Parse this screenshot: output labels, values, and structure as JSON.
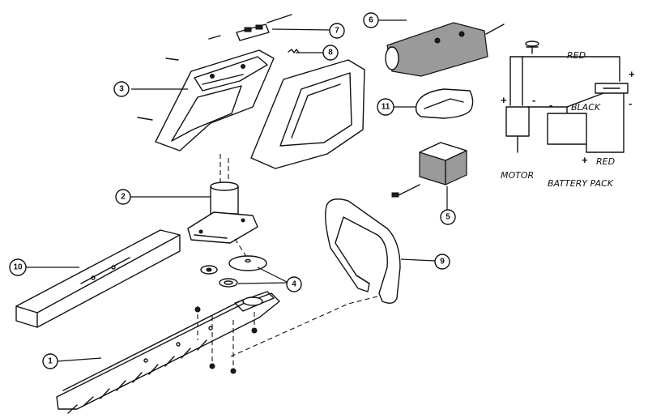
{
  "callouts": [
    "1",
    "2",
    "3",
    "4",
    "5",
    "6",
    "7",
    "8",
    "9",
    "10",
    "11"
  ],
  "schematic": {
    "wire_top": "RED",
    "wire_black": "BLACK",
    "wire_bottom": "RED",
    "motor": "MOTOR",
    "battery": "BATTERY PACK",
    "plus": "+",
    "minus": "-"
  }
}
